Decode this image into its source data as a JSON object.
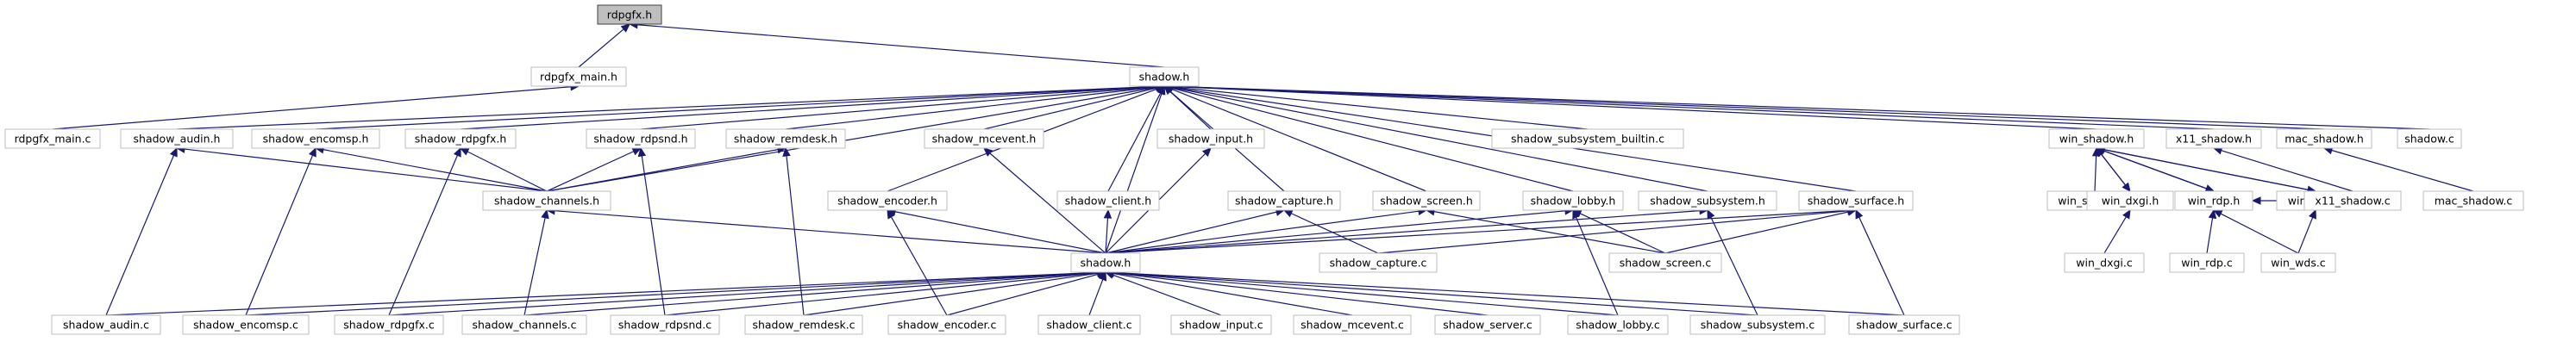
{
  "graph": {
    "title": "rdpgfx.h",
    "colors": {
      "edge": "#191970",
      "node_border": "#bfbfbf",
      "focus_fill": "#bfbfbf",
      "text": "#000000"
    },
    "nodes": [
      {
        "id": "rdpgfx_h",
        "label": "rdpgfx.h",
        "focus": true
      },
      {
        "id": "rdpgfx_main_h",
        "label": "rdpgfx_main.h"
      },
      {
        "id": "shadow_h",
        "label": "shadow.h"
      },
      {
        "id": "rdpgfx_main_c",
        "label": "rdpgfx_main.c"
      },
      {
        "id": "shadow_audin_h",
        "label": "shadow_audin.h"
      },
      {
        "id": "shadow_encomsp_h",
        "label": "shadow_encomsp.h"
      },
      {
        "id": "shadow_rdpgfx_h",
        "label": "shadow_rdpgfx.h"
      },
      {
        "id": "shadow_rdpsnd_h",
        "label": "shadow_rdpsnd.h"
      },
      {
        "id": "shadow_remdesk_h",
        "label": "shadow_remdesk.h"
      },
      {
        "id": "shadow_mcevent_h",
        "label": "shadow_mcevent.h"
      },
      {
        "id": "shadow_input_h",
        "label": "shadow_input.h"
      },
      {
        "id": "shadow_subsystem_builtin_c",
        "label": "shadow_subsystem_builtin.c"
      },
      {
        "id": "win_shadow_h",
        "label": "win_shadow.h"
      },
      {
        "id": "x11_shadow_h",
        "label": "x11_shadow.h"
      },
      {
        "id": "mac_shadow_h",
        "label": "mac_shadow.h"
      },
      {
        "id": "shadow_c",
        "label": "shadow.c"
      },
      {
        "id": "shadow_channels_h",
        "label": "shadow_channels.h"
      },
      {
        "id": "shadow_encoder_h",
        "label": "shadow_encoder.h"
      },
      {
        "id": "shadow_client_h",
        "label": "shadow_client.h"
      },
      {
        "id": "shadow_capture_h",
        "label": "shadow_capture.h"
      },
      {
        "id": "shadow_screen_h",
        "label": "shadow_screen.h"
      },
      {
        "id": "shadow_lobby_h",
        "label": "shadow_lobby.h"
      },
      {
        "id": "shadow_subsystem_h",
        "label": "shadow_subsystem.h"
      },
      {
        "id": "shadow_surface_h",
        "label": "shadow_surface.h"
      },
      {
        "id": "win_shadow_c",
        "label": "win_shadow.c"
      },
      {
        "id": "win_dxgi_h",
        "label": "win_dxgi.h"
      },
      {
        "id": "win_rdp_h",
        "label": "win_rdp.h"
      },
      {
        "id": "win_wds_h",
        "label": "win_wds.h"
      },
      {
        "id": "x11_shadow_c",
        "label": "x11_shadow.c"
      },
      {
        "id": "mac_shadow_c",
        "label": "mac_shadow.c"
      },
      {
        "id": "shadow_h2",
        "label": "shadow.h"
      },
      {
        "id": "shadow_capture_c",
        "label": "shadow_capture.c"
      },
      {
        "id": "shadow_screen_c",
        "label": "shadow_screen.c"
      },
      {
        "id": "win_dxgi_c",
        "label": "win_dxgi.c"
      },
      {
        "id": "win_rdp_c",
        "label": "win_rdp.c"
      },
      {
        "id": "win_wds_c",
        "label": "win_wds.c"
      },
      {
        "id": "shadow_audin_c",
        "label": "shadow_audin.c"
      },
      {
        "id": "shadow_encomsp_c",
        "label": "shadow_encomsp.c"
      },
      {
        "id": "shadow_rdpgfx_c",
        "label": "shadow_rdpgfx.c"
      },
      {
        "id": "shadow_channels_c",
        "label": "shadow_channels.c"
      },
      {
        "id": "shadow_rdpsnd_c",
        "label": "shadow_rdpsnd.c"
      },
      {
        "id": "shadow_remdesk_c",
        "label": "shadow_remdesk.c"
      },
      {
        "id": "shadow_encoder_c",
        "label": "shadow_encoder.c"
      },
      {
        "id": "shadow_client_c",
        "label": "shadow_client.c"
      },
      {
        "id": "shadow_input_c",
        "label": "shadow_input.c"
      },
      {
        "id": "shadow_mcevent_c",
        "label": "shadow_mcevent.c"
      },
      {
        "id": "shadow_server_c",
        "label": "shadow_server.c"
      },
      {
        "id": "shadow_lobby_c",
        "label": "shadow_lobby.c"
      },
      {
        "id": "shadow_subsystem_c",
        "label": "shadow_subsystem.c"
      },
      {
        "id": "shadow_surface_c",
        "label": "shadow_surface.c"
      }
    ],
    "edges": [
      [
        "rdpgfx_main_h",
        "rdpgfx_h"
      ],
      [
        "shadow_h",
        "rdpgfx_h"
      ],
      [
        "rdpgfx_main_c",
        "rdpgfx_main_h"
      ],
      [
        "shadow_audin_h",
        "shadow_h"
      ],
      [
        "shadow_encomsp_h",
        "shadow_h"
      ],
      [
        "shadow_rdpgfx_h",
        "shadow_h"
      ],
      [
        "shadow_rdpsnd_h",
        "shadow_h"
      ],
      [
        "shadow_remdesk_h",
        "shadow_h"
      ],
      [
        "shadow_mcevent_h",
        "shadow_h"
      ],
      [
        "shadow_input_h",
        "shadow_h"
      ],
      [
        "shadow_subsystem_builtin_c",
        "shadow_h"
      ],
      [
        "win_shadow_h",
        "shadow_h"
      ],
      [
        "x11_shadow_h",
        "shadow_h"
      ],
      [
        "mac_shadow_h",
        "shadow_h"
      ],
      [
        "shadow_c",
        "shadow_h"
      ],
      [
        "shadow_channels_h",
        "shadow_h"
      ],
      [
        "shadow_encoder_h",
        "shadow_h"
      ],
      [
        "shadow_client_h",
        "shadow_h"
      ],
      [
        "shadow_capture_h",
        "shadow_h"
      ],
      [
        "shadow_screen_h",
        "shadow_h"
      ],
      [
        "shadow_lobby_h",
        "shadow_h"
      ],
      [
        "shadow_subsystem_h",
        "shadow_h"
      ],
      [
        "shadow_surface_h",
        "shadow_h"
      ],
      [
        "shadow_h2",
        "shadow_h"
      ],
      [
        "shadow_channels_h",
        "shadow_audin_h"
      ],
      [
        "shadow_channels_h",
        "shadow_encomsp_h"
      ],
      [
        "shadow_channels_h",
        "shadow_rdpgfx_h"
      ],
      [
        "shadow_channels_h",
        "shadow_rdpsnd_h"
      ],
      [
        "shadow_channels_h",
        "shadow_remdesk_h"
      ],
      [
        "shadow_audin_c",
        "shadow_audin_h"
      ],
      [
        "shadow_encomsp_c",
        "shadow_encomsp_h"
      ],
      [
        "shadow_rdpgfx_c",
        "shadow_rdpgfx_h"
      ],
      [
        "shadow_rdpsnd_c",
        "shadow_rdpsnd_h"
      ],
      [
        "shadow_remdesk_c",
        "shadow_remdesk_h"
      ],
      [
        "shadow_channels_c",
        "shadow_channels_h"
      ],
      [
        "shadow_h2",
        "shadow_channels_h"
      ],
      [
        "shadow_h2",
        "shadow_encoder_h"
      ],
      [
        "shadow_h2",
        "shadow_mcevent_h"
      ],
      [
        "shadow_h2",
        "shadow_client_h"
      ],
      [
        "shadow_h2",
        "shadow_input_h"
      ],
      [
        "shadow_h2",
        "shadow_capture_h"
      ],
      [
        "shadow_h2",
        "shadow_screen_h"
      ],
      [
        "shadow_h2",
        "shadow_lobby_h"
      ],
      [
        "shadow_h2",
        "shadow_subsystem_h"
      ],
      [
        "shadow_h2",
        "shadow_surface_h"
      ],
      [
        "shadow_encoder_c",
        "shadow_encoder_h"
      ],
      [
        "shadow_capture_c",
        "shadow_capture_h"
      ],
      [
        "shadow_screen_c",
        "shadow_screen_h"
      ],
      [
        "shadow_screen_c",
        "shadow_lobby_h"
      ],
      [
        "shadow_lobby_c",
        "shadow_lobby_h"
      ],
      [
        "shadow_subsystem_c",
        "shadow_subsystem_h"
      ],
      [
        "shadow_surface_c",
        "shadow_surface_h"
      ],
      [
        "shadow_capture_c",
        "shadow_surface_h"
      ],
      [
        "shadow_screen_c",
        "shadow_surface_h"
      ],
      [
        "shadow_audin_c",
        "shadow_h2"
      ],
      [
        "shadow_encomsp_c",
        "shadow_h2"
      ],
      [
        "shadow_rdpgfx_c",
        "shadow_h2"
      ],
      [
        "shadow_channels_c",
        "shadow_h2"
      ],
      [
        "shadow_rdpsnd_c",
        "shadow_h2"
      ],
      [
        "shadow_remdesk_c",
        "shadow_h2"
      ],
      [
        "shadow_encoder_c",
        "shadow_h2"
      ],
      [
        "shadow_client_c",
        "shadow_h2"
      ],
      [
        "shadow_input_c",
        "shadow_h2"
      ],
      [
        "shadow_mcevent_c",
        "shadow_h2"
      ],
      [
        "shadow_server_c",
        "shadow_h2"
      ],
      [
        "shadow_lobby_c",
        "shadow_h2"
      ],
      [
        "shadow_subsystem_c",
        "shadow_h2"
      ],
      [
        "shadow_surface_c",
        "shadow_h2"
      ],
      [
        "win_shadow_c",
        "win_shadow_h"
      ],
      [
        "win_dxgi_h",
        "win_shadow_h"
      ],
      [
        "win_rdp_h",
        "win_shadow_h"
      ],
      [
        "win_wds_h",
        "win_shadow_h"
      ],
      [
        "win_dxgi_c",
        "win_dxgi_h"
      ],
      [
        "win_rdp_c",
        "win_rdp_h"
      ],
      [
        "win_wds_c",
        "win_rdp_h"
      ],
      [
        "win_wds_c",
        "win_wds_h"
      ],
      [
        "win_wds_h",
        "win_rdp_h"
      ],
      [
        "win_shadow_h",
        "win_dxgi_h"
      ],
      [
        "win_shadow_h",
        "win_rdp_h"
      ],
      [
        "win_shadow_h",
        "win_wds_h"
      ],
      [
        "x11_shadow_c",
        "x11_shadow_h"
      ],
      [
        "mac_shadow_c",
        "mac_shadow_h"
      ]
    ]
  }
}
